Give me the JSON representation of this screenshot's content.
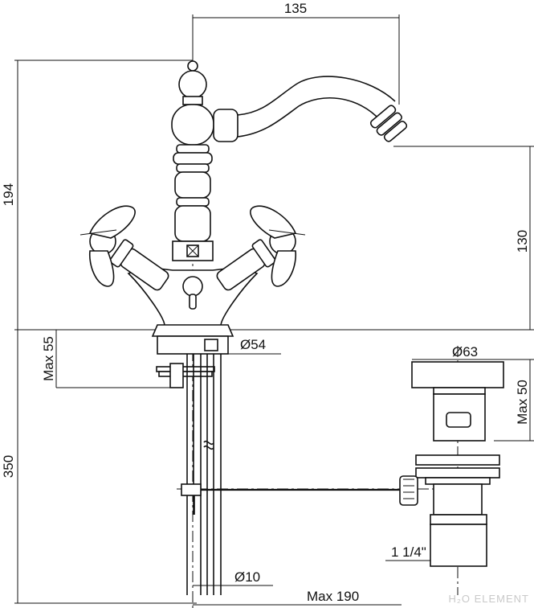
{
  "dimensions": {
    "spout_reach": "135",
    "total_height": "194",
    "spout_height": "130",
    "max_deck_thickness": "Max 55",
    "base_diameter": "Ø54",
    "flexible_length": "350",
    "pipe_diameter": "Ø10",
    "max_rod_length": "Max 190",
    "waste_diameter": "Ø63",
    "waste_max_thickness": "Max 50",
    "waste_thread": "1 1/4\""
  },
  "watermark": "H₂O ELEMENT",
  "colors": {
    "line": "#111111",
    "background": "#ffffff",
    "watermark": "#c9c9c9"
  }
}
